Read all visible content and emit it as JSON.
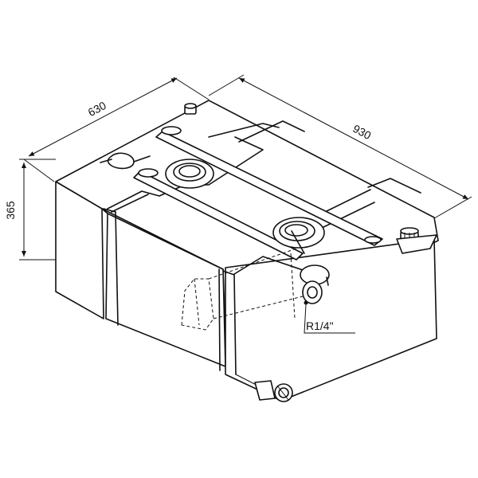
{
  "dimensions": {
    "width": "630",
    "length": "930",
    "height": "365"
  },
  "callout": {
    "fitting": "R1/4\""
  }
}
